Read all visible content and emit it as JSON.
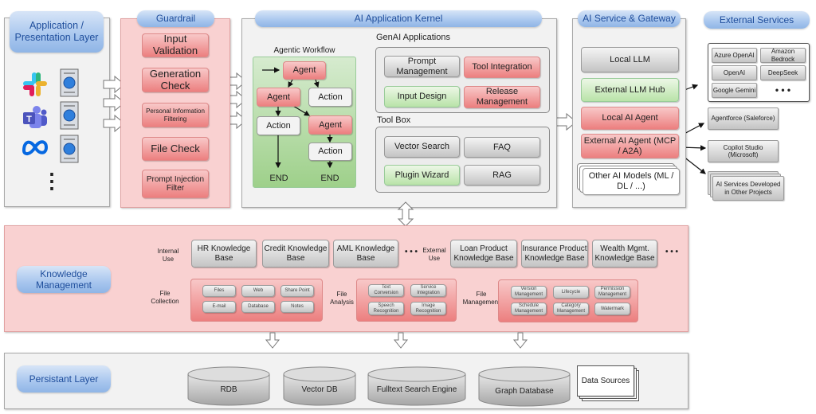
{
  "presentation": {
    "title": "Application / Presentation Layer",
    "icons": [
      "slack-icon",
      "teams-icon",
      "meta-icon"
    ],
    "more": "⋮"
  },
  "guardrail": {
    "title": "Guardrail",
    "items": [
      "Input Validation",
      "Generation Check",
      "Personal Information Filtering",
      "File Check",
      "Prompt Injection Filter"
    ]
  },
  "kernel": {
    "title": "AI Application Kernel",
    "workflow": {
      "title": "Agentic Workflow",
      "agent": "Agent",
      "action": "Action",
      "end": "END"
    },
    "genai": {
      "title": "GenAI Applications",
      "items": [
        "Prompt Management",
        "Tool Integration",
        "Input Design",
        "Release Management"
      ]
    },
    "toolbox": {
      "title": "Tool Box",
      "items": [
        "Vector Search",
        "FAQ",
        "Plugin Wizard",
        "RAG"
      ]
    }
  },
  "gateway": {
    "title": "AI Service & Gateway",
    "items": [
      "Local LLM",
      "External LLM Hub",
      "Local AI Agent",
      "External AI Agent (MCP / A2A)",
      "Other AI Models (ML / DL / ...)"
    ]
  },
  "external": {
    "title": "External Services",
    "llms": [
      "Azure OpenAI",
      "Amazon Bedrock",
      "OpenAI",
      "DeepSeek",
      "Google Gemini",
      "• • •"
    ],
    "agents": [
      "Agentforce (Saleforce)",
      "Copilot Studio (Microsoft)",
      "AI Services Developed in Other Projects"
    ]
  },
  "knowledge": {
    "title": "Knowledge Management",
    "internal_label": "Internal Use",
    "internal": [
      "HR Knowledge Base",
      "Credit Knowledge Base",
      "AML Knowledge Base"
    ],
    "external_label": "External Use",
    "external": [
      "Loan Product Knowledge Base",
      "Insurance Product Knowledge Base",
      "Wealth Mgmt. Knowledge Base"
    ],
    "ellipsis": "• • •",
    "collection_label": "File Collection",
    "collection": [
      "Files",
      "Web",
      "Share Point",
      "E-mail",
      "Database",
      "Notes"
    ],
    "analysis_label": "File Analysis",
    "analysis": [
      "Text Conversion",
      "Service Integration",
      "Speech Recognition",
      "Image Recognition"
    ],
    "management_label": "File Management",
    "management": [
      "Version Management",
      "Lifecycle",
      "Permission Management",
      "Schedule Management",
      "Category Management",
      "Watermark"
    ]
  },
  "persistent": {
    "title": "Persistant Layer",
    "stores": [
      "RDB",
      "Vector DB",
      "Fulltext Search Engine",
      "Graph Database"
    ],
    "sources": "Data Sources"
  }
}
